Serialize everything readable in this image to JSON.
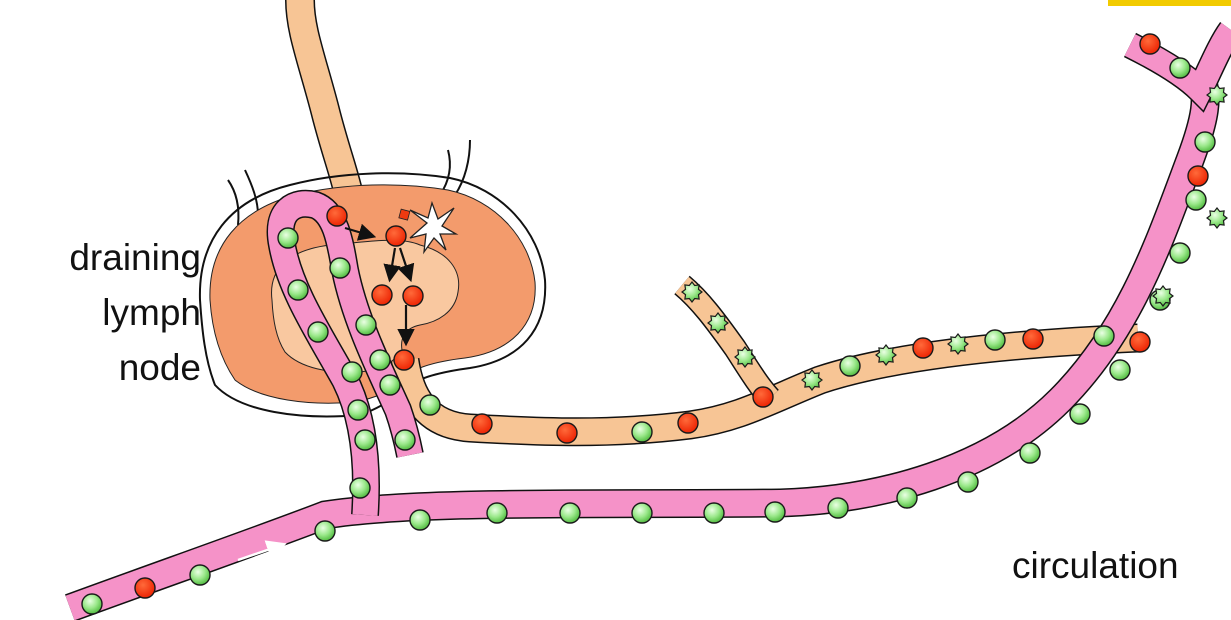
{
  "labels": {
    "node_line1": "draining",
    "node_line2": "lymph",
    "node_line3": "node",
    "circulation": "circulation"
  },
  "colors": {
    "blood_vessel": "#f592c8",
    "lymph_vessel": "#f7c595",
    "node_cortex": "#f39b6c",
    "node_medulla": "#f9c8a0",
    "activated_cell": "#ff3b12",
    "naive_cell": "#8be37a",
    "effector_cell": "#8be37a",
    "accent_tab": "#f2cb00"
  },
  "icons": {
    "naive_cell": "round-green-cell-icon",
    "activated_cell": "red-spiky-cell-icon",
    "effector_cell": "star-green-cell-icon",
    "dendritic_cell": "dendritic-cell-icon",
    "antigen": "antigen-square-icon",
    "flow_arrow": "flow-arrow-icon"
  }
}
